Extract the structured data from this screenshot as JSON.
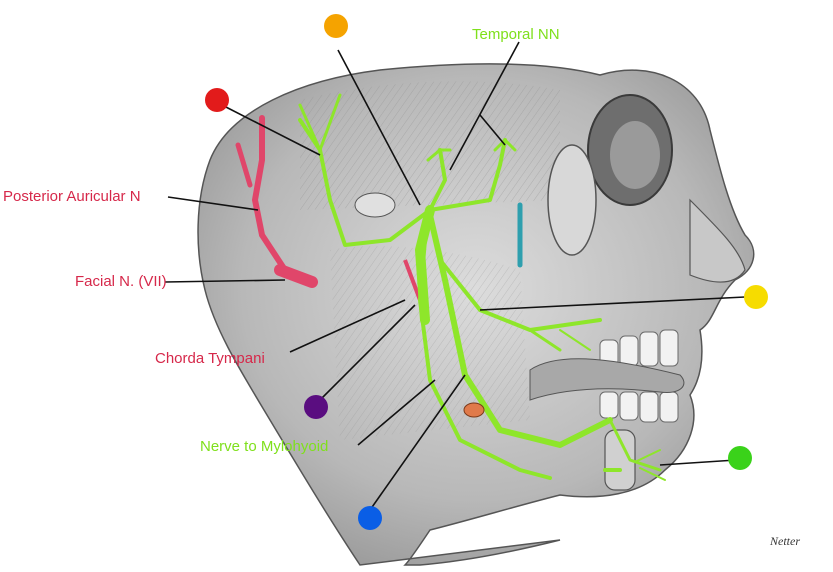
{
  "labels": {
    "temporal": "Temporal NN",
    "posterior_auricular": "Posterior Auricular N",
    "facial": "Facial N. (VII)",
    "chorda": "Chorda Tympani",
    "mylohyoid": "Nerve to Mylohyoid"
  },
  "signature": "Netter",
  "colors": {
    "nerve": "#8ee62a",
    "facial_nerve": "#e0466a",
    "label_red": "#d6284a",
    "label_green": "#7fe01c",
    "marker_orange": "#f5a300",
    "marker_red": "#e21b1b",
    "marker_yellow": "#f6dc00",
    "marker_purple": "#5a0d80",
    "marker_blue": "#0a5ee6",
    "marker_green": "#3ad21a"
  },
  "markers": [
    {
      "name": "orange-marker",
      "color": "#f5a300"
    },
    {
      "name": "red-marker",
      "color": "#e21b1b"
    },
    {
      "name": "yellow-marker",
      "color": "#f6dc00"
    },
    {
      "name": "purple-marker",
      "color": "#5a0d80"
    },
    {
      "name": "blue-marker",
      "color": "#0a5ee6"
    },
    {
      "name": "green-marker",
      "color": "#3ad21a"
    }
  ]
}
